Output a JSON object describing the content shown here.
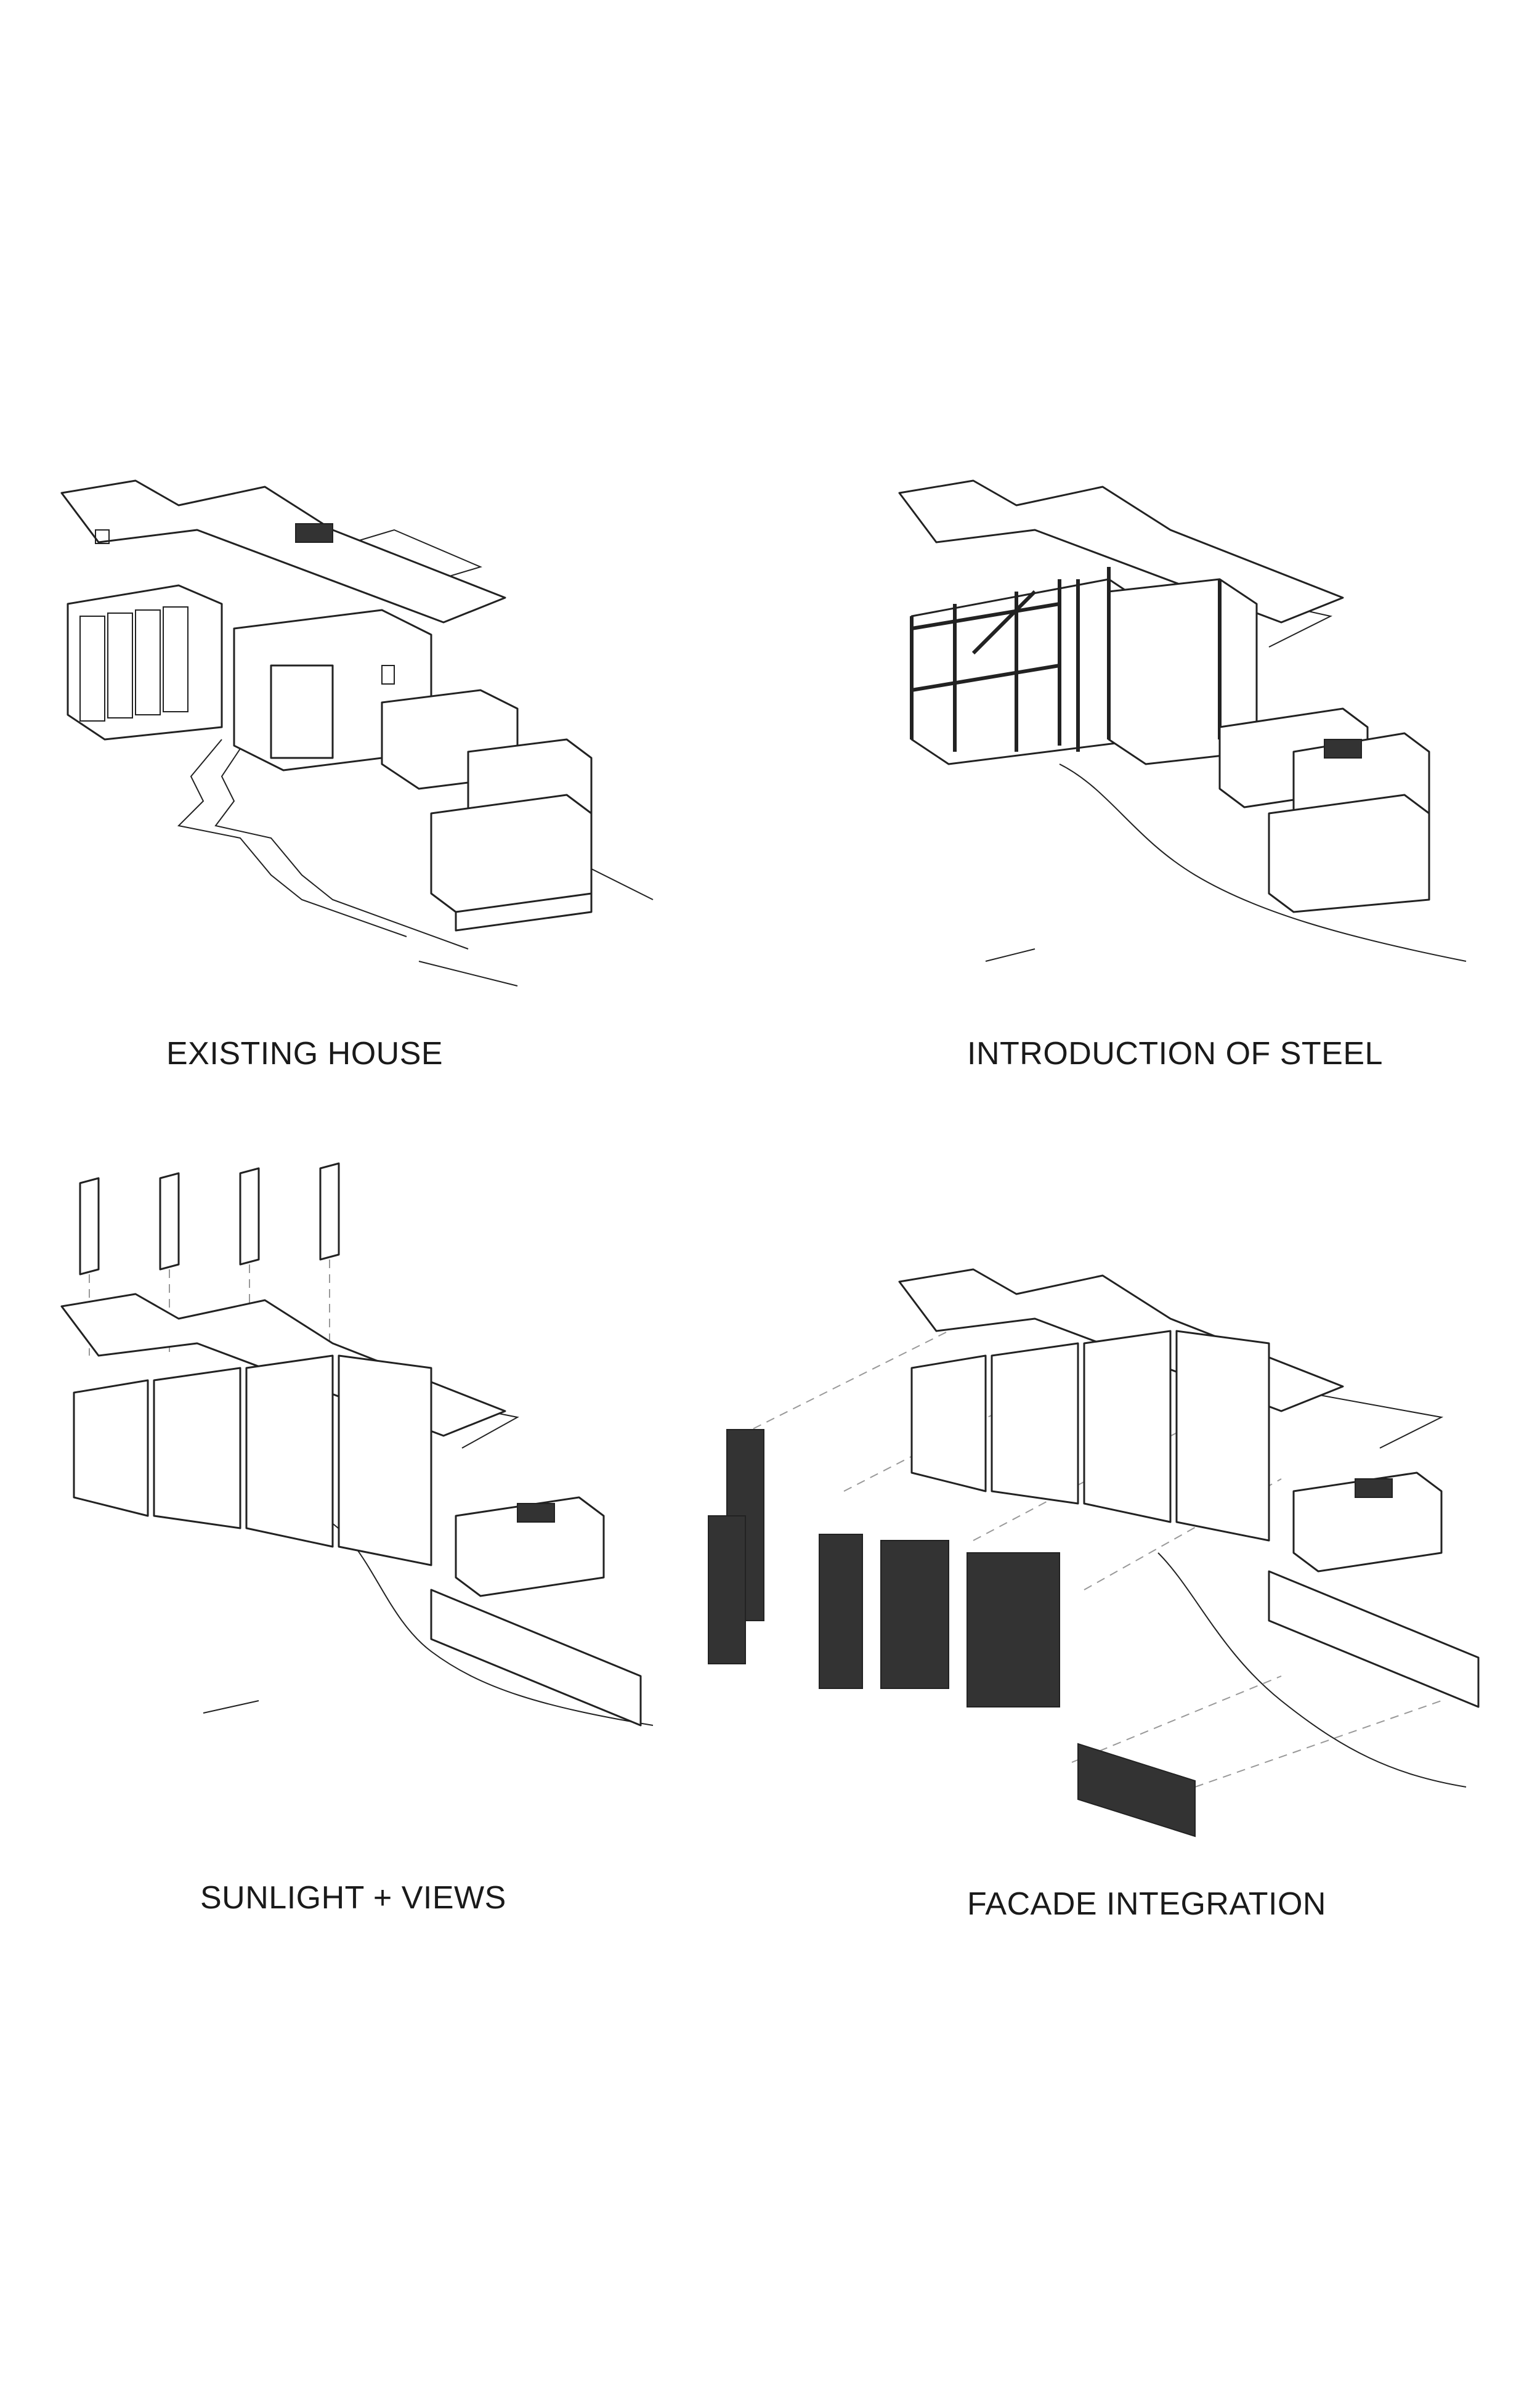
{
  "panels": [
    {
      "id": "existing",
      "caption": "EXISTING HOUSE"
    },
    {
      "id": "steel",
      "caption": "INTRODUCTION OF STEEL"
    },
    {
      "id": "sunlight",
      "caption": "SUNLIGHT + VIEWS"
    },
    {
      "id": "facade",
      "caption": "FACADE INTEGRATION"
    }
  ]
}
